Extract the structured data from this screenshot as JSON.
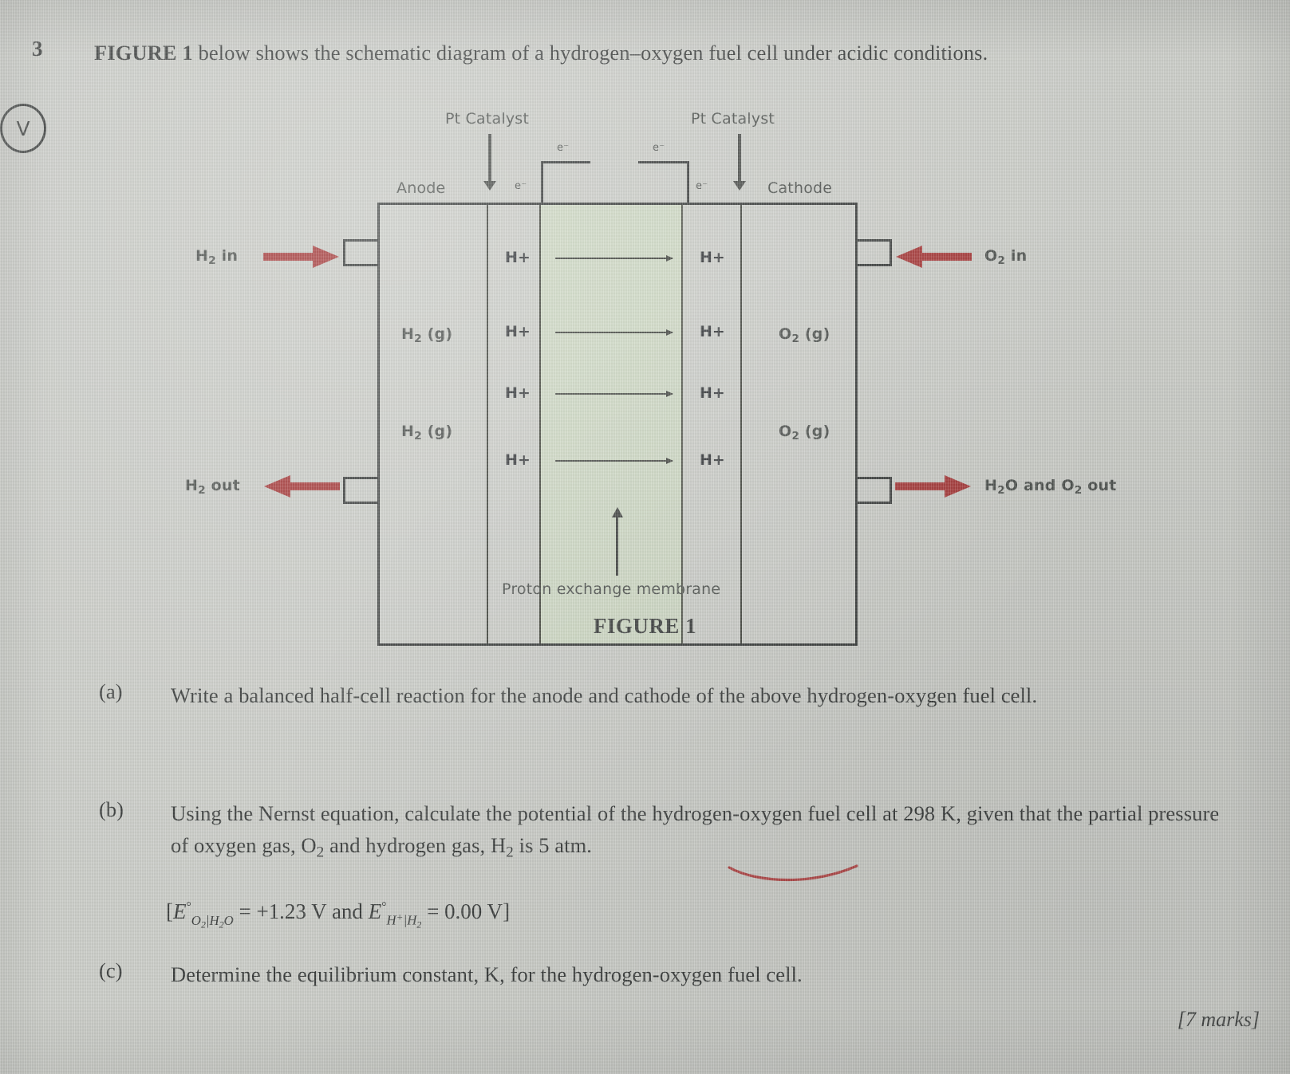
{
  "question": {
    "number": "3",
    "stem_part1": "FIGURE 1",
    "stem_part2": " below shows the schematic diagram of a hydrogen–oxygen fuel cell under acidic conditions."
  },
  "figure": {
    "caption": "FIGURE 1",
    "membrane_caption": "Proton exchange membrane",
    "catalyst_left_label": "Pt Catalyst",
    "catalyst_right_label": "Pt Catalyst",
    "anode_label": "Anode",
    "cathode_label": "Cathode",
    "voltmeter_label": "V",
    "electron_labels": [
      "e⁻",
      "e⁻",
      "e⁻",
      "e⁻"
    ],
    "left_inlet_label": "H2 in",
    "left_outlet_label": "H2 out",
    "right_inlet_label": "O2 in",
    "right_outlet_label": "H2O and O2 out",
    "left_gas_labels": [
      "H2 (g)",
      "H2 (g)"
    ],
    "right_gas_labels": [
      "O2 (g)",
      "O2 (g)"
    ],
    "proton_label": "H+",
    "proton_row_count": 4,
    "membrane_color": "#ccd6c2",
    "arrow_color": "#a83c3c",
    "line_color": "#3b3e3d"
  },
  "parts": [
    {
      "tag": "(a)",
      "text": "Write a balanced half-cell reaction for the anode and cathode of the above hydrogen-oxygen fuel cell."
    },
    {
      "tag": "(b)",
      "text": "Using the Nernst equation, calculate the potential of the hydrogen-oxygen fuel cell at 298 K, given that the partial pressure of oxygen gas, O2 and hydrogen gas, H2 is 5 atm.",
      "equation": {
        "open_bracket": "[",
        "e1_symbol": "E",
        "e1_degree": "°",
        "e1_subscript": "O2|H2O",
        "e1_equals": "= +1.23 V",
        "conjunction": "and",
        "e2_symbol": "E",
        "e2_degree": "°",
        "e2_subscript": "H+|H2",
        "e2_equals": "= 0.00 V",
        "close_bracket": "]"
      }
    },
    {
      "tag": "(c)",
      "text": "Determine the equilibrium constant, K, for the hydrogen-oxygen fuel cell."
    }
  ],
  "marks": "[7 marks]"
}
